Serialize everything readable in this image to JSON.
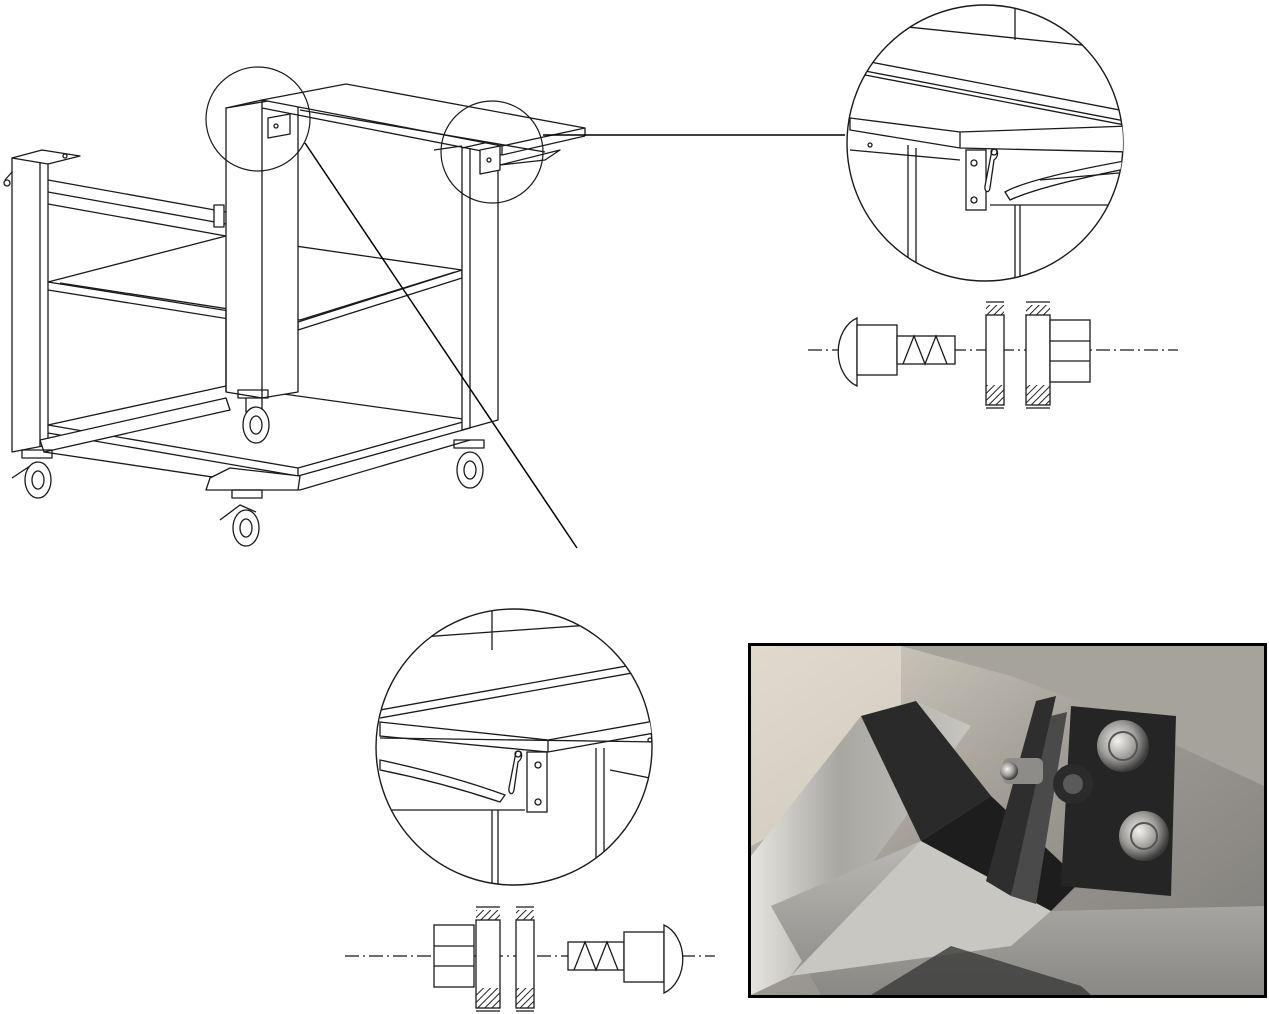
{
  "figure": {
    "subject": "grill-cart-side-shelf-assembly",
    "colors": {
      "line": "#1a1a1a",
      "hatch": "#333333",
      "background": "#ffffff",
      "photo_frame": "#000000"
    }
  },
  "callouts": [
    {
      "id": "detail-right-hinge",
      "view": "bracket-with-latch-right"
    },
    {
      "id": "detail-left-hinge",
      "view": "bracket-with-latch-left"
    }
  ],
  "fastener_diagrams": [
    {
      "id": "upper",
      "parts_left_to_right": [
        "round-head-bolt",
        "bracket-plate",
        "frame-wall",
        "nut"
      ]
    },
    {
      "id": "lower",
      "parts_left_to_right": [
        "nut",
        "frame-wall",
        "bracket-plate",
        "round-head-bolt"
      ]
    }
  ],
  "photo": {
    "subject": "installed-hinge-bracket-closeup"
  }
}
